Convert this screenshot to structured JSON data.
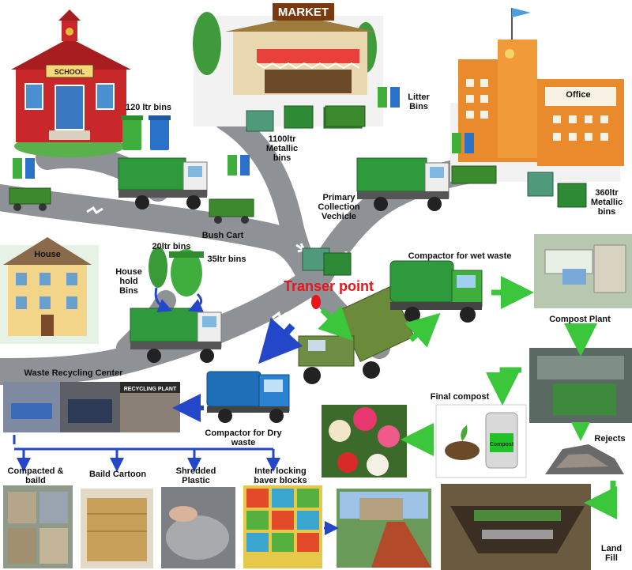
{
  "labels": {
    "school": "120 ltr bins",
    "school_sign": "SCHOOL",
    "market_sign": "MARKET",
    "metallic_1100": "1100ltr\nMetallic\nbins",
    "litter_bins": "Litter\nBins",
    "office": "Office",
    "metallic_360": "360ltr\nMetallic\nbins",
    "primary_vehicle": "Primary\nCollection\nVechicle",
    "bush_cart": "Bush Cart",
    "house": "House",
    "bins_20": "20ltr bins",
    "bins_35": "35ltr bins",
    "household_bins": "House\nhold\nBins",
    "transfer_point": "Transer point",
    "compactor_wet": "Compactor for wet waste",
    "compost_plant": "Compost Plant",
    "waste_recycling_center": "Waste Recycling Center",
    "recycling_plant_sign": "RECYCLING PLANT",
    "compactor_dry": "Compactor for Dry\nwaste",
    "final_compost": "Final compost",
    "compost_bag": "Compost",
    "rejects": "Rejects",
    "compacted_baild": "Compacted &\nbaild",
    "baild_cartoon": "Baild Cartoon",
    "shredded_plastic": "Shredded\nPlastic",
    "inter_locking": "Inter locking\nbaver blocks",
    "land_fill": "Land\nFill"
  },
  "colors": {
    "road": "#8e9196",
    "green_arrow": "#3cc63c",
    "blue_arrow": "#2447c9",
    "transfer_red": "#e8161b",
    "truck_green": "#2e9a3b",
    "truck_blue": "#1f6fb8",
    "school_red": "#c9282a",
    "office_orange": "#e98a2c",
    "grass": "#5ab04a"
  }
}
